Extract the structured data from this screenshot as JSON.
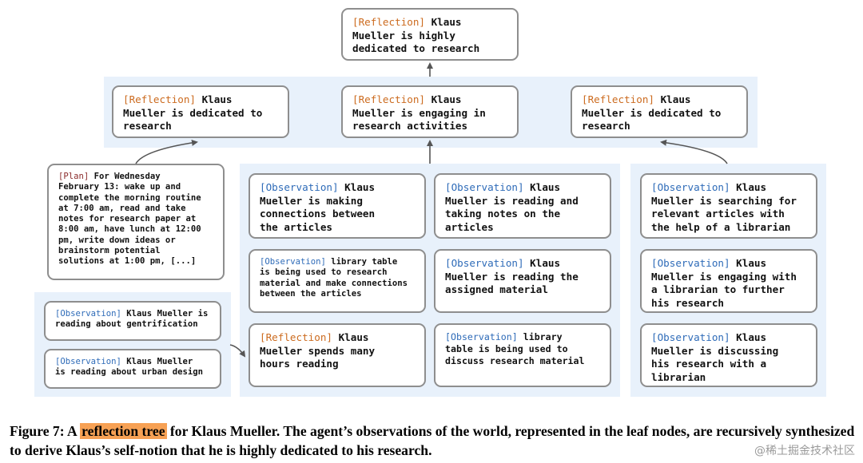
{
  "nodes": {
    "root": {
      "tag": "[Reflection]",
      "text": " Klaus\nMueller is highly\ndedicated to research"
    },
    "ref_left": {
      "tag": "[Reflection]",
      "text": " Klaus\nMueller is dedicated to\nresearch"
    },
    "ref_mid": {
      "tag": "[Reflection]",
      "text": " Klaus\nMueller is engaging in\nresearch activities"
    },
    "ref_right": {
      "tag": "[Reflection]",
      "text": " Klaus\nMueller is dedicated to\nresearch"
    },
    "plan": {
      "tag": "[Plan]",
      "text": " For Wednesday\nFebruary 13: wake up and\ncomplete the morning routine\nat 7:00 am, read and take\nnotes for research paper at\n8:00 am, have lunch at 12:00\npm, write down ideas or\nbrainstorm potential\nsolutions at 1:00 pm, [...]"
    },
    "obs_gentrification": {
      "tag": "[Observation]",
      "text": " Klaus Mueller is\nreading about gentrification"
    },
    "obs_urban": {
      "tag": "[Observation]",
      "text": " Klaus Mueller\nis reading about urban design"
    },
    "obs_connections": {
      "tag": "[Observation]",
      "text": " Klaus\nMueller is making\nconnections between\nthe articles"
    },
    "obs_library_table": {
      "tag": "[Observation]",
      "text": " library table\nis being used to research\nmaterial and make connections\nbetween the articles"
    },
    "ref_hours": {
      "tag": "[Reflection]",
      "text": " Klaus\nMueller spends many\nhours reading"
    },
    "obs_notes": {
      "tag": "[Observation]",
      "text": " Klaus\nMueller is reading and\ntaking notes on the\narticles"
    },
    "obs_assigned": {
      "tag": "[Observation]",
      "text": " Klaus\nMueller is reading the\nassigned material"
    },
    "obs_discuss_material": {
      "tag": "[Observation]",
      "text": " library\ntable is being used to\ndiscuss research material"
    },
    "obs_searching": {
      "tag": "[Observation]",
      "text": " Klaus\nMueller is searching for\nrelevant articles with\nthe help of a librarian"
    },
    "obs_librarian": {
      "tag": "[Observation]",
      "text": " Klaus\nMueller is engaging with\na librarian to further\nhis research"
    },
    "obs_discussing": {
      "tag": "[Observation]",
      "text": " Klaus\nMueller is discussing\nhis research with a\nlibrarian"
    }
  },
  "caption": {
    "prefix": "Figure 7: A ",
    "highlight": "reflection tree",
    "suffix": " for Klaus Mueller. The agent’s observations of the world, represented in the leaf nodes, are recursively synthesized to derive Klaus’s self-notion that he is highly dedicated to his research."
  },
  "watermark": "@稀土掘金技术社区",
  "colors": {
    "reflection": "#cc6b1f",
    "observation": "#2e6bb8",
    "plan": "#8b2c2c",
    "band": "#e8f1fb",
    "highlight": "#f7a154"
  }
}
